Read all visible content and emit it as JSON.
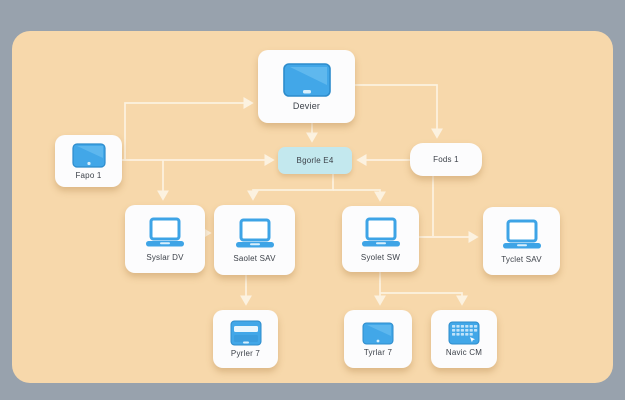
{
  "diagram": {
    "type": "flowchart",
    "colors": {
      "frame": "#98a2ad",
      "canvas": "#f7d8ab",
      "node_bg": "#fcfcfd",
      "highlight_node_bg": "#c3e8ee",
      "icon_blue": "#42a7e8",
      "icon_blue_dark": "#2d8ccc",
      "icon_blue_light": "#6fc2f1",
      "connector": "#fcf2e0",
      "label_text": "#3d424a"
    },
    "nodes": {
      "devier": {
        "label": "Devier",
        "icon": "tablet-icon"
      },
      "fapo1": {
        "label": "Fapo 1",
        "icon": "tablet-icon"
      },
      "bgorle": {
        "label": "Bgorle E4",
        "icon": null
      },
      "fods1": {
        "label": "Fods 1",
        "icon": null
      },
      "syslar": {
        "label": "Syslar DV",
        "icon": "laptop-icon"
      },
      "saolet": {
        "label": "Saolet SAV",
        "icon": "laptop-icon"
      },
      "syolet": {
        "label": "Syolet SW",
        "icon": "laptop-icon"
      },
      "tyclet": {
        "label": "Tyclet SAV",
        "icon": "laptop-icon"
      },
      "pyrler": {
        "label": "Pyrler 7",
        "icon": "browser-icon"
      },
      "tyrlar": {
        "label": "Tyrlar 7",
        "icon": "tablet-icon"
      },
      "navic": {
        "label": "Navic CM",
        "icon": "keyboard-icon"
      }
    },
    "edges": [
      {
        "from": "fapo1",
        "to": "devier"
      },
      {
        "from": "fapo1",
        "to": "bgorle"
      },
      {
        "from": "fapo1",
        "to": "syslar"
      },
      {
        "from": "devier",
        "to": "bgorle"
      },
      {
        "from": "devier",
        "to": "fods1"
      },
      {
        "from": "fods1",
        "to": "bgorle"
      },
      {
        "from": "bgorle",
        "to": "saolet"
      },
      {
        "from": "bgorle",
        "to": "syolet"
      },
      {
        "from": "syslar",
        "to": "saolet"
      },
      {
        "from": "syolet",
        "to": "tyclet"
      },
      {
        "from": "fods1",
        "to": "tyclet"
      },
      {
        "from": "saolet",
        "to": "pyrler"
      },
      {
        "from": "syolet",
        "to": "tyrlar"
      },
      {
        "from": "syolet",
        "to": "navic"
      }
    ]
  }
}
